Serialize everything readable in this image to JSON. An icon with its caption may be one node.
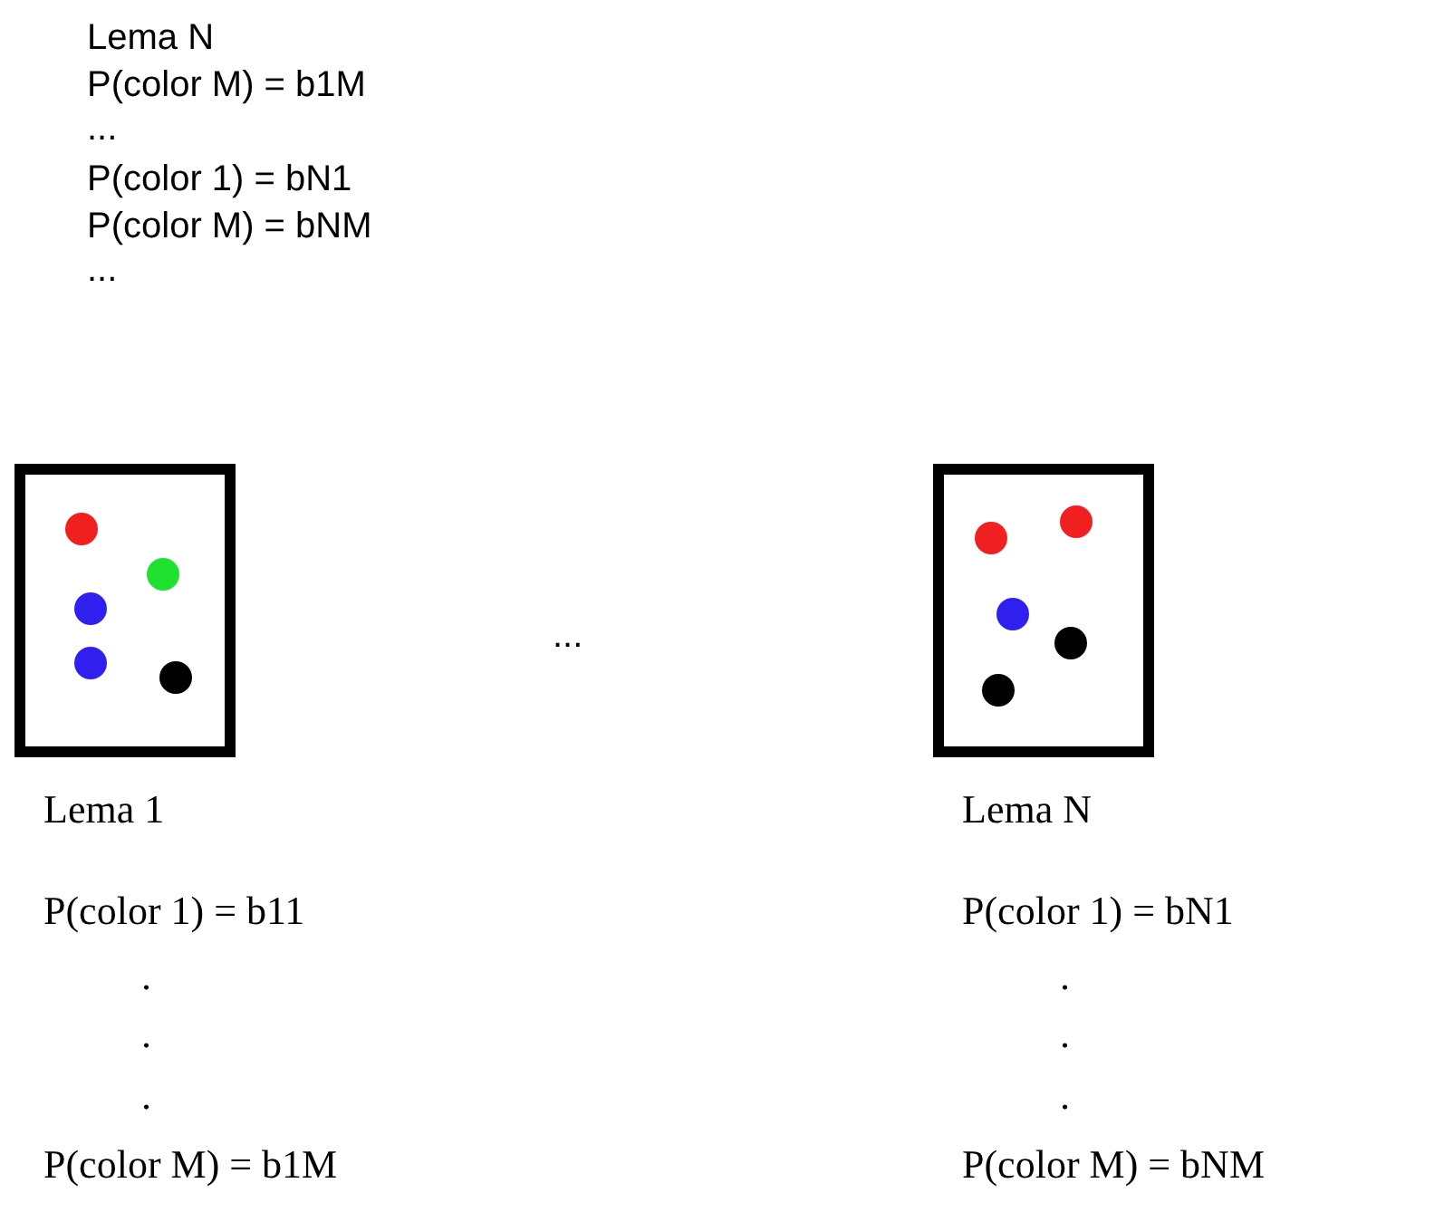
{
  "diagram": {
    "nodes": [
      {
        "text": [
          "Lema 1"
        ],
        "beside": [
          "P(color 1) = b11",
          ".",
          ".",
          ".",
          "P(color M) = b1M"
        ]
      },
      {
        "text": [
          "Lema N"
        ],
        "beside": [
          "P(color 1) = bN1",
          ".",
          ".",
          ".",
          "P(color M) = bNM"
        ]
      }
    ],
    "edges": [],
    "labels": [
      "Lema N",
      "P(color M) = b1M",
      "...",
      "P(color 1) = bN1",
      "P(color M) = bNM",
      "...",
      "..."
    ]
  }
}
